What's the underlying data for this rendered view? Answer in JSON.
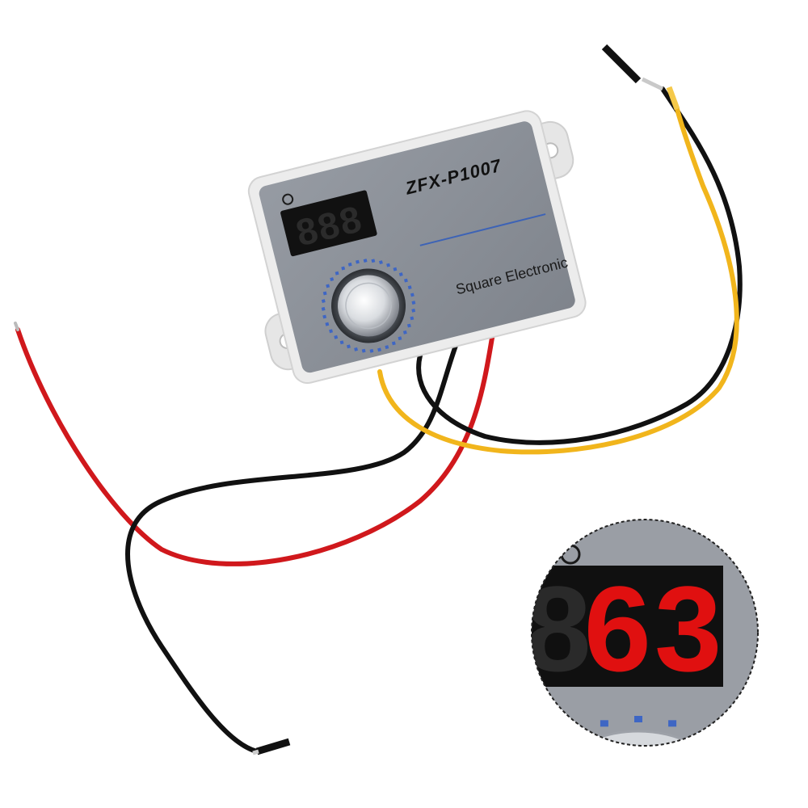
{
  "device": {
    "model_label": "ZFX-P1007",
    "brand_label": "Square Electronic",
    "display_digits": "888",
    "knob": "rotary-knob"
  },
  "zoom_inset": {
    "readout_value": "63",
    "dim_digit": "8"
  },
  "colors": {
    "housing": "#ececec",
    "panel": "#8b9098",
    "display_bg": "#111111",
    "segment_on": "#e01010",
    "wire_red": "#d0181c",
    "wire_black": "#111111",
    "wire_yellow": "#f1b51c",
    "accent_line": "#3d63b6",
    "dot_ring": "#3e66c4"
  }
}
